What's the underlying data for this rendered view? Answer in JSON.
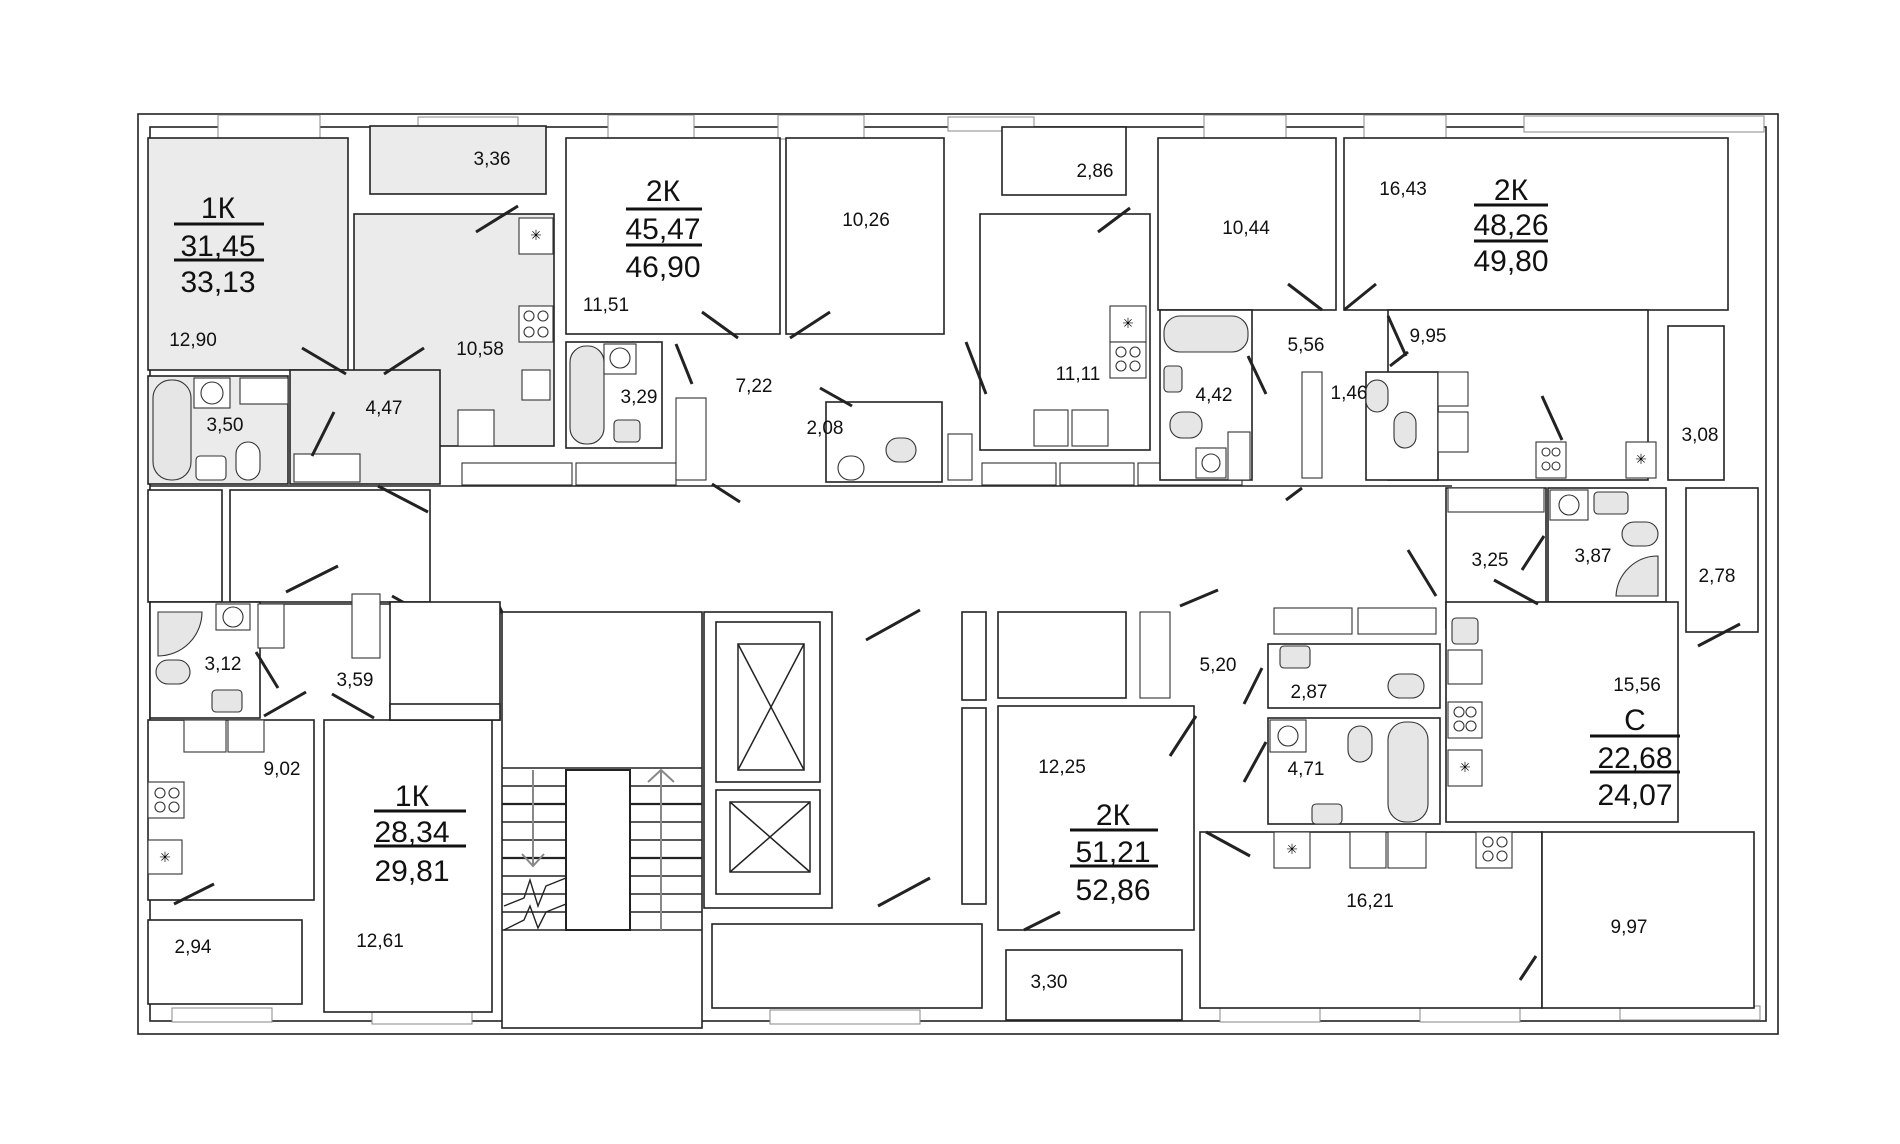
{
  "plan": {
    "colors": {
      "selected_fill": "#ebebeb",
      "wall": "#222222",
      "background": "#ffffff"
    },
    "apartments": [
      {
        "id": "apt-1k-top-left",
        "type": "1К",
        "living_area": "31,45",
        "total_area": "33,13",
        "selected": true,
        "rooms": [
          "12,90",
          "3,36",
          "10,58",
          "4,47",
          "3,50"
        ]
      },
      {
        "id": "apt-2k-top-mid",
        "type": "2К",
        "living_area": "45,47",
        "total_area": "46,90",
        "selected": false,
        "rooms": [
          "11,51",
          "10,26",
          "2,86",
          "11,11",
          "7,22",
          "3,29",
          "2,08"
        ]
      },
      {
        "id": "apt-2k-top-right",
        "type": "2К",
        "living_area": "48,26",
        "total_area": "49,80",
        "selected": false,
        "rooms": [
          "10,44",
          "16,43",
          "5,56",
          "4,42",
          "1,46",
          "9,95",
          "3,08"
        ]
      },
      {
        "id": "apt-1k-bottom-left",
        "type": "1К",
        "living_area": "28,34",
        "total_area": "29,81",
        "selected": false,
        "rooms": [
          "3,12",
          "3,59",
          "9,02",
          "2,94",
          "12,61"
        ]
      },
      {
        "id": "apt-2k-bottom-mid",
        "type": "2К",
        "living_area": "51,21",
        "total_area": "52,86",
        "selected": false,
        "rooms": [
          "12,25",
          "5,20",
          "2,87",
          "4,71",
          "16,21",
          "3,30",
          "9,97"
        ]
      },
      {
        "id": "apt-studio-bottom-right",
        "type": "С",
        "living_area": "22,68",
        "total_area": "24,07",
        "selected": false,
        "rooms": [
          "3,25",
          "3,87",
          "2,78",
          "15,56"
        ]
      }
    ],
    "labels": {
      "a1_type": "1К",
      "a1_living": "31,45",
      "a1_total": "33,13",
      "a2_type": "2К",
      "a2_living": "45,47",
      "a2_total": "46,90",
      "a3_type": "2К",
      "a3_living": "48,26",
      "a3_total": "49,80",
      "a4_type": "1К",
      "a4_living": "28,34",
      "a4_total": "29,81",
      "a5_type": "2К",
      "a5_living": "51,21",
      "a5_total": "52,86",
      "a6_type": "С",
      "a6_living": "22,68",
      "a6_total": "24,07"
    },
    "room_areas": {
      "r1290": "12,90",
      "r336": "3,36",
      "r1058": "10,58",
      "r447": "4,47",
      "r350": "3,50",
      "r1151": "11,51",
      "r1026": "10,26",
      "r286": "2,86",
      "r1111": "11,11",
      "r722": "7,22",
      "r329": "3,29",
      "r208": "2,08",
      "r1044": "10,44",
      "r1643": "16,43",
      "r556": "5,56",
      "r442": "4,42",
      "r146": "1,46",
      "r995": "9,95",
      "r308": "3,08",
      "r312": "3,12",
      "r359": "3,59",
      "r902": "9,02",
      "r294": "2,94",
      "r1261": "12,61",
      "r1225": "12,25",
      "r520": "5,20",
      "r287": "2,87",
      "r471": "4,71",
      "r1621": "16,21",
      "r330": "3,30",
      "r997": "9,97",
      "r325": "3,25",
      "r387": "3,87",
      "r278": "2,78",
      "r1556": "15,56"
    },
    "icons": {
      "elevator": "elevator-shaft-icon",
      "stairs": "staircase-icon",
      "window": "window-icon",
      "door": "door-swing-icon",
      "bath": "bathtub-icon",
      "toilet": "toilet-icon",
      "sink": "sink-icon",
      "stove": "stove-icon",
      "washer": "washing-machine-icon",
      "fridge": "fridge-asterisk-icon",
      "shower": "shower-icon"
    }
  }
}
